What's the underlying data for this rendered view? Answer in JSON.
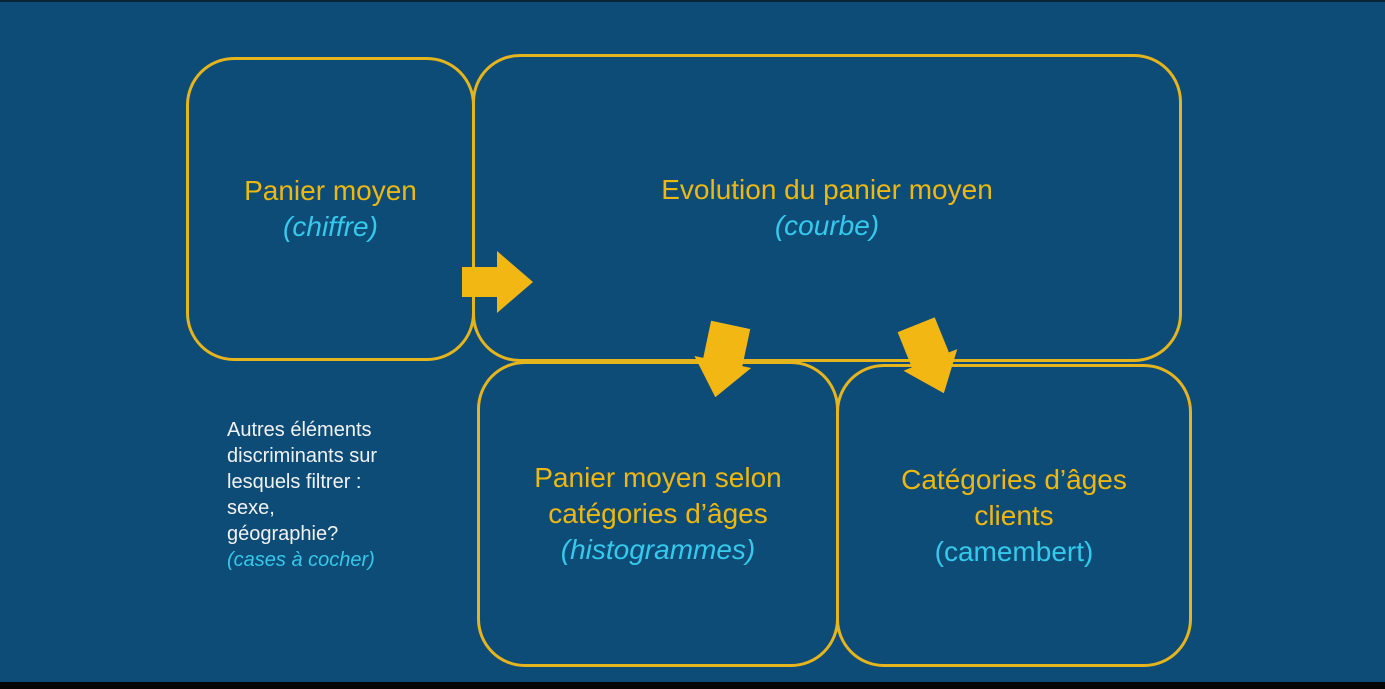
{
  "slide": {
    "description": "Dashboard wireframe flow diagram slide"
  },
  "colors": {
    "background": "#0d4c77",
    "box_border": "#e6b41c",
    "title_yellow": "#eeb711",
    "accent_cyan": "#35c9ec",
    "note_white": "#f2f2f2",
    "arrow": "#f2b713",
    "edge_black": "#050505"
  },
  "boxes": [
    {
      "id": "panier-moyen",
      "title_lines": [
        "Panier moyen"
      ],
      "subtitle": "(chiffre)",
      "subtitle_italic": true
    },
    {
      "id": "evolution-panier-moyen",
      "title_lines": [
        "Evolution du panier moyen"
      ],
      "subtitle": "(courbe)",
      "subtitle_italic": true
    },
    {
      "id": "panier-moyen-ages",
      "title_lines": [
        "Panier moyen selon",
        "catégories d’âges"
      ],
      "subtitle": "(histogrammes)",
      "subtitle_italic": true
    },
    {
      "id": "categories-ages-clients",
      "title_lines": [
        "Catégories d’âges",
        "clients"
      ],
      "subtitle": "(camembert)",
      "subtitle_italic": false
    }
  ],
  "note": {
    "lines": [
      "Autres éléments",
      "discriminants sur",
      "lesquels filtrer :",
      "sexe,",
      "géographie?"
    ],
    "annotation": "(cases à cocher)"
  },
  "arrows": [
    {
      "id": "arrow-right",
      "direction": "right"
    },
    {
      "id": "arrow-down-left",
      "direction": "down-left"
    },
    {
      "id": "arrow-down-right",
      "direction": "down-right"
    }
  ]
}
